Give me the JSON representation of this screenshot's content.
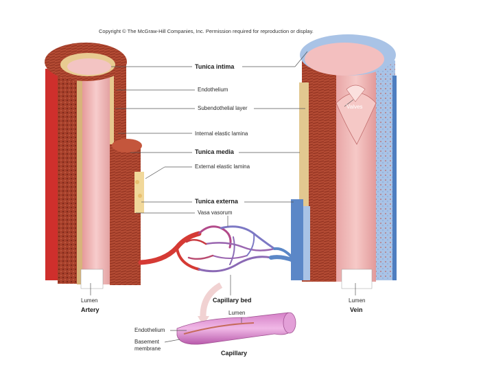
{
  "copyright": "Copyright © The McGraw-Hill Companies, Inc. Permission required for reproduction or display.",
  "labels": {
    "tunica_intima": "Tunica intima",
    "endothelium": "Endothelium",
    "subendothelial_layer": "Subendothelial layer",
    "internal_elastic_lamina": "Internal elastic lamina",
    "tunica_media": "Tunica media",
    "external_elastic_lamina": "External elastic lamina",
    "tunica_externa": "Tunica externa",
    "vasa_vasorum": "Vasa vasorum",
    "valves": "Valves",
    "lumen_artery": "Lumen",
    "artery": "Artery",
    "lumen_vein": "Lumen",
    "vein": "Vein",
    "capillary_bed": "Capillary bed",
    "lumen_capillary": "Lumen",
    "endothelium_capillary": "Endothelium",
    "basement_membrane_1": "Basement",
    "basement_membrane_2": "membrane",
    "capillary": "Capillary"
  },
  "colors": {
    "artery_red": "#c8322a",
    "vein_blue": "#4f7ec0",
    "media_brown": "#a8442c",
    "lumen_pink": "#f2b8b8",
    "adventitia_tan": "#e9cf9e"
  }
}
